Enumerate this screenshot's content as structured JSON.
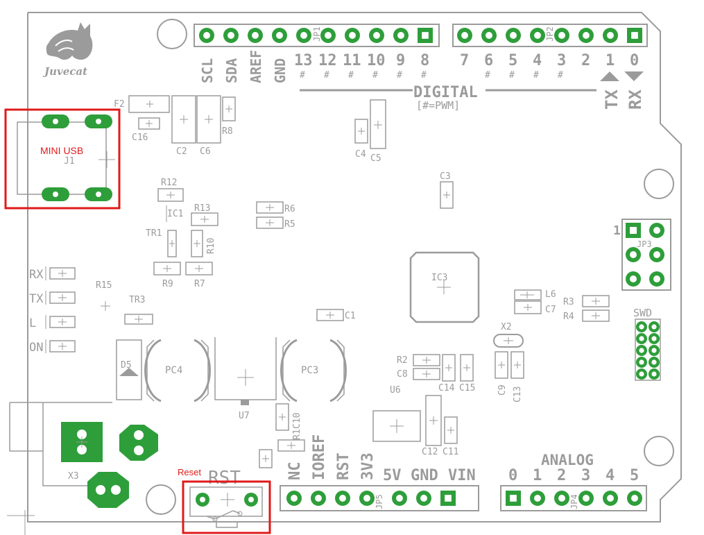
{
  "brand": {
    "logo_text": "Juvecat",
    "mascot": "cat-icon"
  },
  "headers": {
    "jp1": {
      "ref": "JP1",
      "pins": [
        "SCL",
        "SDA",
        "AREF",
        "GND",
        "13",
        "12",
        "11",
        "10",
        "9",
        "8"
      ]
    },
    "jp2": {
      "ref": "JP2",
      "pins": [
        "7",
        "6",
        "5",
        "4",
        "3",
        "2",
        "1",
        "0"
      ]
    },
    "jp5": {
      "ref": "JP5",
      "pins": [
        "NC",
        "IOREF",
        "RST",
        "3V3",
        "5V",
        "GND",
        "VIN"
      ]
    },
    "jp4": {
      "ref": "JP4",
      "pins": [
        "0",
        "1",
        "2",
        "3",
        "4",
        "5"
      ]
    },
    "jp3": {
      "ref": "JP3",
      "pin1_label": "1"
    },
    "swd": {
      "ref": "SWD"
    }
  },
  "section_labels": {
    "digital": "DIGITAL",
    "pwm_note": "[#=PWM]",
    "analog": "ANALOG",
    "tx": "TX",
    "rx": "RX",
    "rst": "RST"
  },
  "pwm_mark": "#",
  "highlights": {
    "usb": {
      "caption": "MINI USB",
      "ref": "J1",
      "color": "#e01a1a"
    },
    "reset": {
      "caption": "Reset",
      "color": "#e01a1a"
    }
  },
  "leds": [
    "RX",
    "TX",
    "L",
    "ON"
  ],
  "designators": {
    "f2": "F2",
    "c16": "C16",
    "c2": "C2",
    "c6": "C6",
    "r8": "R8",
    "c4": "C4",
    "c5": "C5",
    "c3": "C3",
    "r12": "R12",
    "ic1": "IC1",
    "r13": "R13",
    "r6": "R6",
    "r5": "R5",
    "tr1": "TR1",
    "r10": "R10",
    "r9": "R9",
    "r7": "R7",
    "r15": "R15",
    "tr3": "TR3",
    "ic3": "IC3",
    "l6": "L6",
    "c7": "C7",
    "r3": "R3",
    "r4": "R4",
    "c1": "C1",
    "x2": "X2",
    "r2": "R2",
    "c8": "C8",
    "c14": "C14",
    "c15": "C15",
    "c9": "C9",
    "c13": "C13",
    "d5": "D5",
    "pc4": "PC4",
    "pc3": "PC3",
    "u6": "U6",
    "u7": "U7",
    "c10": "C10",
    "r1": "R1",
    "c12": "C12",
    "c11": "C11",
    "x3": "X3"
  },
  "colors": {
    "pad": "#2e9e3a",
    "silk": "#9b9b9b",
    "highlight": "#e01a1a",
    "board": "#ffffff"
  }
}
